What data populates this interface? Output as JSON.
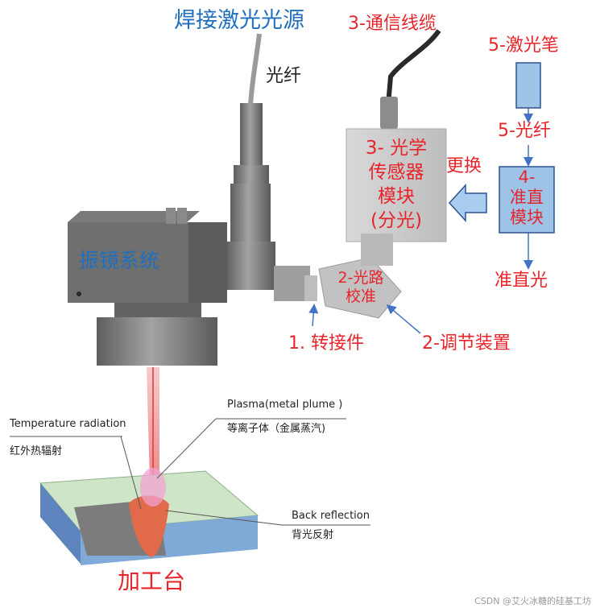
{
  "labels": {
    "laser_source": "焊接激光光源",
    "fiber_top": "光纤",
    "comm_cable": "3-通信线缆",
    "laser_pen": "5-激光笔",
    "fiber_right": "5-光纤",
    "replace": "更换",
    "optical_sensor_line1": "3- 光学",
    "optical_sensor_line2": "传感器",
    "optical_sensor_line3": "模块",
    "optical_sensor_line4": "(分光)",
    "collimator_line1": "4-",
    "collimator_line2": "准直",
    "collimator_line3": "模块",
    "collimated_light": "准直光",
    "galvo_system": "振镜系统",
    "optical_path_line1": "2-光路",
    "optical_path_line2": "校准",
    "adapter": "1. 转接件",
    "adjuster": "2-调节装置",
    "plasma_en": "Plasma(metal plume )",
    "plasma_cn": "等离子体（金属蒸汽)",
    "temp_en": "Temperature radiation",
    "temp_cn": "红外热辐射",
    "back_en": "Back reflection",
    "back_cn": "背光反射",
    "worktable": "加工台",
    "watermark": "CSDN @艾火冰糖的硅基工坊"
  },
  "colors": {
    "title_blue": "#1f6fbf",
    "label_red": "#e8242b",
    "box_fill": "#9dc3e6",
    "box_stroke": "#2f528f",
    "arrow_blue": "#4472c4",
    "metal_dark": "#6b6b6b",
    "metal_mid": "#8a8a8a",
    "plate_top": "#cfe5c8",
    "plate_side": "#7fa9d6",
    "melt_red": "#e06a4a"
  }
}
